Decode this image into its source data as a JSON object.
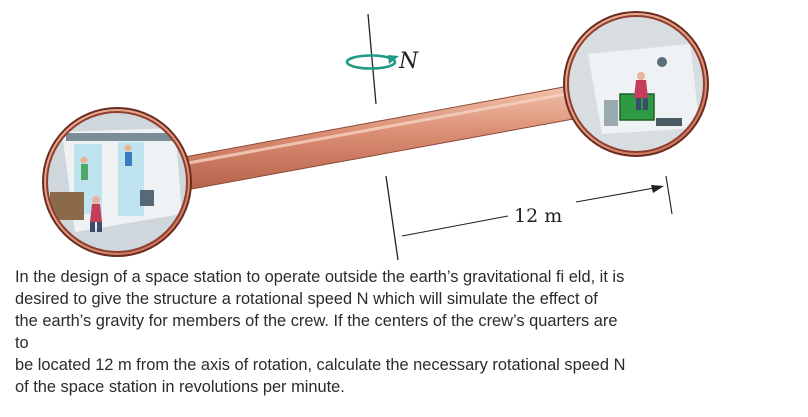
{
  "figure": {
    "rotation_symbol": "N",
    "distance_label": "12 m",
    "colors": {
      "shaft": "#d98c72",
      "shaft_highlight": "#f0bda6",
      "shaft_shadow": "#b8634b",
      "pod_outer": "#e6a58d",
      "pod_border": "#6b2b1f",
      "rotation_arrow": "#1e9a86",
      "interior_wall": "#eef2f4",
      "panel_green": "#2f9a44"
    },
    "icons": [
      "rotation-arrow-icon",
      "crew-figure-icon",
      "control-panel-icon"
    ]
  },
  "problem": {
    "lines": [
      "In the design of a space station to operate outside the earth’s gravitational fi eld, it is",
      "desired to give the structure a rotational speed N which will simulate the effect of",
      "the earth’s gravity for members of the crew. If the centers of the crew’s quarters are",
      "to",
      "be located 12 m from the axis of rotation, calculate the necessary rotational speed N",
      "of the space station in revolutions per minute."
    ]
  }
}
